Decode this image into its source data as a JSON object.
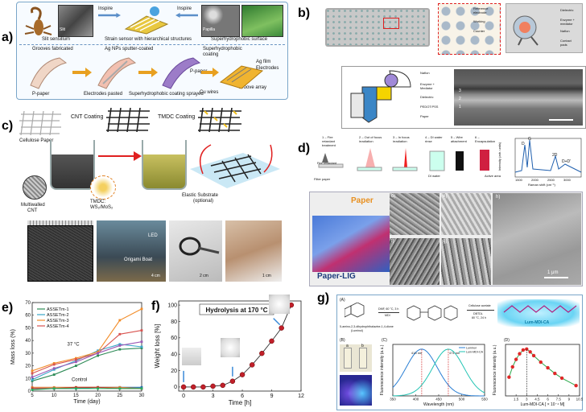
{
  "panels": {
    "a": {
      "label": "a)",
      "top": {
        "slit_sensillum": "Slit sensillum",
        "slit": "Slit",
        "inspire_1": "Inspire",
        "strain_sensor": "Strain sensor with hierarchical structures",
        "inspire_2": "Inspire",
        "papilla": "Papilla",
        "superhydrophobic": "Superhydrophobic surface"
      },
      "bottom": {
        "grooves": "Grooves fabricated",
        "ag_nps": "Ag NPs sputter-coated",
        "superhydro_coating": "Superhydrophobic",
        "coating": "coating",
        "ag_film": "Ag film",
        "electrodes_r": "Electrodes",
        "p_paper_r": "P-paper",
        "cu_wires": "Cu wires",
        "groove_array": "Groove array",
        "p_paper": "P-paper",
        "electrodes_pasted": "Electrodes pasted",
        "spray": "Superhydrophobic coating sprayed"
      }
    },
    "b": {
      "label": "b)",
      "callouts": {
        "reference": "Reference",
        "electrode": "electrode",
        "working": "Working",
        "counter": "Counter"
      },
      "right": {
        "dielectric": "Dielectric",
        "enzyme": "Enzyme +",
        "mediator": "mediator",
        "nafion": "Nafion",
        "contact": "Contact",
        "pads": "pads"
      },
      "layers": {
        "nafion": "Nafion",
        "enzyme": "Enzyme +",
        "mediator": "Mediator",
        "dielectric": "Dielectric",
        "pedot": "PEDOT:PSS",
        "paper": "Paper"
      },
      "sem_marks": [
        "3",
        "2",
        "1"
      ]
    },
    "c": {
      "label": "c)",
      "texts": {
        "cnt_coating": "CNT Coating",
        "tmdc_coating": "TMDC Coating",
        "cellulose": "Cellulose Paper",
        "multiwalled": "Multiwalled",
        "cnt": "CNT",
        "tmdc": "TMDC:",
        "ws2": "WS₂/MoS₂",
        "elastic": "Elastic Substrate",
        "optional": "(optional)",
        "led": "LED",
        "origami": "Origami Boat",
        "scale_4cm": "4 cm",
        "scale_2cm": "2 cm",
        "scale_1cm": "1 cm"
      }
    },
    "d": {
      "label": "d)",
      "steps": [
        "1 – Fire retardant treatment",
        "2 – Out of focus irradiation",
        "3 – In focus irradiation",
        "4 – DI water rinse",
        "5 – Wire attachment",
        "6 – Encapsulation"
      ],
      "texts": {
        "fire_retardant": "Fire retardant",
        "filter_paper": "Filter paper",
        "di_water": "DI water",
        "active_area": "Active area",
        "paper": "Paper",
        "paper_lig": "Paper-LIG",
        "scale": "1 μm"
      },
      "sublabels": [
        "d)",
        "e)",
        "h)",
        "f)",
        "g)"
      ],
      "raman": {
        "peaks": [
          "D",
          "G",
          "2D",
          "D+D′"
        ],
        "xlabel": "Raman shift (cm⁻¹)",
        "ylabel": "Intensity (arb. units)",
        "ticks": [
          "1500",
          "2000",
          "2500",
          "3000"
        ]
      }
    },
    "e": {
      "label": "e)"
    },
    "f": {
      "label": "f)"
    },
    "g": {
      "label": "g)",
      "scheme": {
        "A": "(A)",
        "luminol": "5-amino-2,3-dihydrophthalazine-1,4-dione",
        "luminol2": "(Luminol)",
        "cond1": "DMF, 60 °C, 3 h",
        "mdi": "MDI",
        "cond2a": "Cellulose acetate",
        "cond2b": "DBTDL",
        "cond2c": "80 °C, 24 h",
        "product": "Lum-MDI-CA"
      },
      "B": {
        "label": "(B)",
        "a": "a",
        "b": "b"
      },
      "C": {
        "label": "(C)"
      },
      "D": {
        "label": "(D)"
      }
    }
  },
  "chart_data": [
    {
      "id": "e",
      "type": "line",
      "xlabel": "Time (day)",
      "ylabel": "Mass loss (%)",
      "xlim": [
        5,
        30
      ],
      "ylim": [
        0,
        70
      ],
      "xticks": [
        5,
        10,
        15,
        20,
        25,
        30
      ],
      "yticks": [
        0,
        10,
        20,
        30,
        40,
        50,
        60,
        70
      ],
      "legend_position": "top-left",
      "annotations": [
        "37 °C",
        "Control"
      ],
      "x": [
        5,
        10,
        15,
        20,
        25,
        30
      ],
      "series": [
        {
          "name": "ASSETm-1",
          "color": "#2e8b57",
          "values": [
            8,
            13,
            20,
            28,
            33,
            34
          ]
        },
        {
          "name": "ASSETm-2",
          "color": "#3aa6c9",
          "values": [
            9,
            17,
            24,
            32,
            37,
            35
          ]
        },
        {
          "name": "ASSETm-3",
          "color": "#f28c28",
          "values": [
            16,
            22,
            26,
            31,
            56,
            65
          ]
        },
        {
          "name": "ASSETm-4",
          "color": "#d9534f",
          "values": [
            14,
            21,
            25,
            30,
            45,
            48
          ]
        },
        {
          "name": "",
          "color": "#9b59b6",
          "values": [
            11,
            18,
            23,
            30,
            36,
            39
          ]
        },
        {
          "name": "",
          "color": "#1f6fb2",
          "values": [
            2,
            2,
            2,
            3,
            3,
            3
          ]
        },
        {
          "name": "",
          "color": "#e07b39",
          "values": [
            3,
            3,
            3,
            3,
            3,
            2
          ]
        },
        {
          "name": "",
          "color": "#c0392b",
          "values": [
            2,
            2,
            3,
            3,
            2,
            2
          ]
        },
        {
          "name": "",
          "color": "#27ae60",
          "values": [
            1,
            2,
            2,
            2,
            2,
            2
          ]
        }
      ]
    },
    {
      "id": "f",
      "type": "line",
      "title": "Hydrolysis at 170 °C",
      "xlabel": "Time [h]",
      "ylabel": "Weight loss [%]",
      "xlim": [
        -0.5,
        12
      ],
      "ylim": [
        -5,
        105
      ],
      "xticks": [
        0,
        3,
        6,
        9,
        12
      ],
      "yticks": [
        0,
        20,
        40,
        60,
        80,
        100
      ],
      "x": [
        0,
        1,
        2,
        3,
        4,
        5,
        6,
        7,
        8,
        9,
        10,
        11
      ],
      "values": [
        0,
        0,
        0,
        1,
        2,
        7,
        15,
        27,
        41,
        56,
        72,
        100
      ]
    },
    {
      "id": "g-C",
      "type": "line",
      "xlabel": "Wavelength (nm)",
      "ylabel": "Fluorescence intensity (a.u.)",
      "xlim": [
        350,
        550
      ],
      "xticks": [
        350,
        400,
        450,
        500,
        550
      ],
      "annotations": [
        "413 nm",
        "471 nm"
      ],
      "series": [
        {
          "name": "Luminol",
          "color": "#2a7fd4",
          "peak": 413
        },
        {
          "name": "Lum-MDI-CA",
          "color": "#22c4b4",
          "peak": 471
        }
      ]
    },
    {
      "id": "g-D",
      "type": "line",
      "xlabel": "Lum-MDI-CA [ × 10⁻⁴ M]",
      "ylabel": "Fluorescence intensity (a.u.)",
      "xlim": [
        0,
        10.5
      ],
      "xticks": [
        1.5,
        3,
        4.5,
        6,
        7.5,
        9,
        10.5
      ],
      "x": [
        0.5,
        1,
        1.5,
        2,
        2.5,
        3,
        3.5,
        4,
        5,
        6,
        7,
        8,
        10
      ],
      "values": [
        40,
        62,
        78,
        90,
        98,
        100,
        94,
        86,
        72,
        60,
        48,
        38,
        22
      ]
    }
  ]
}
